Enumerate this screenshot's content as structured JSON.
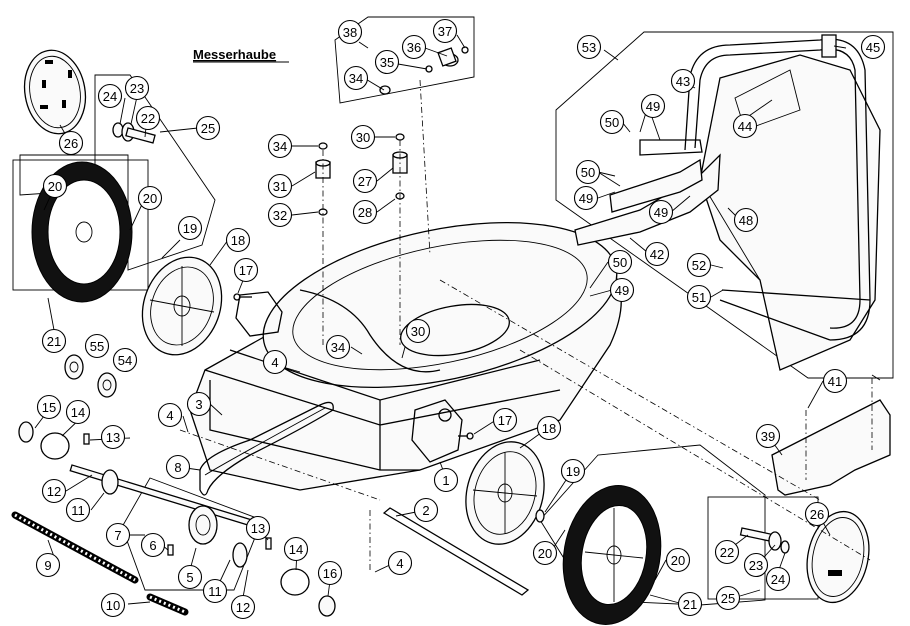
{
  "title": "Messerhaube",
  "part_numbers": [
    "1",
    "2",
    "3",
    "4",
    "5",
    "6",
    "7",
    "8",
    "9",
    "10",
    "11",
    "12",
    "13",
    "14",
    "15",
    "16",
    "17",
    "18",
    "19",
    "20",
    "21",
    "22",
    "23",
    "24",
    "25",
    "26",
    "27",
    "28",
    "30",
    "31",
    "32",
    "34",
    "35",
    "36",
    "37",
    "38",
    "39",
    "41",
    "42",
    "43",
    "44",
    "45",
    "48",
    "49",
    "50",
    "51",
    "52",
    "53",
    "54",
    "55"
  ]
}
